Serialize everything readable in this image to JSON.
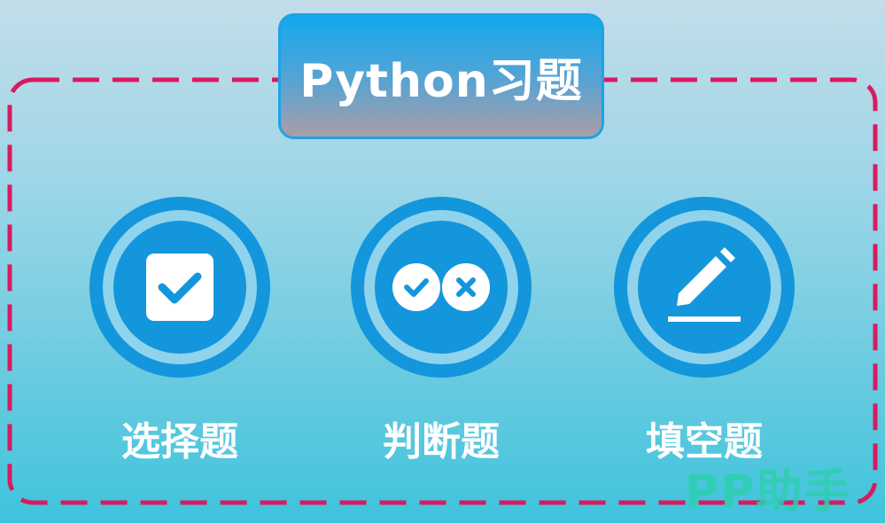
{
  "title": "Python习题",
  "items": [
    {
      "label": "选择题",
      "icon": "checkbox-icon"
    },
    {
      "label": "判断题",
      "icon": "check-cross-icon"
    },
    {
      "label": "填空题",
      "icon": "pencil-icon"
    }
  ],
  "watermark": "PP助手",
  "colors": {
    "accent": "#1496dc",
    "border": "#d81b60",
    "watermark": "#2ecfb0"
  }
}
